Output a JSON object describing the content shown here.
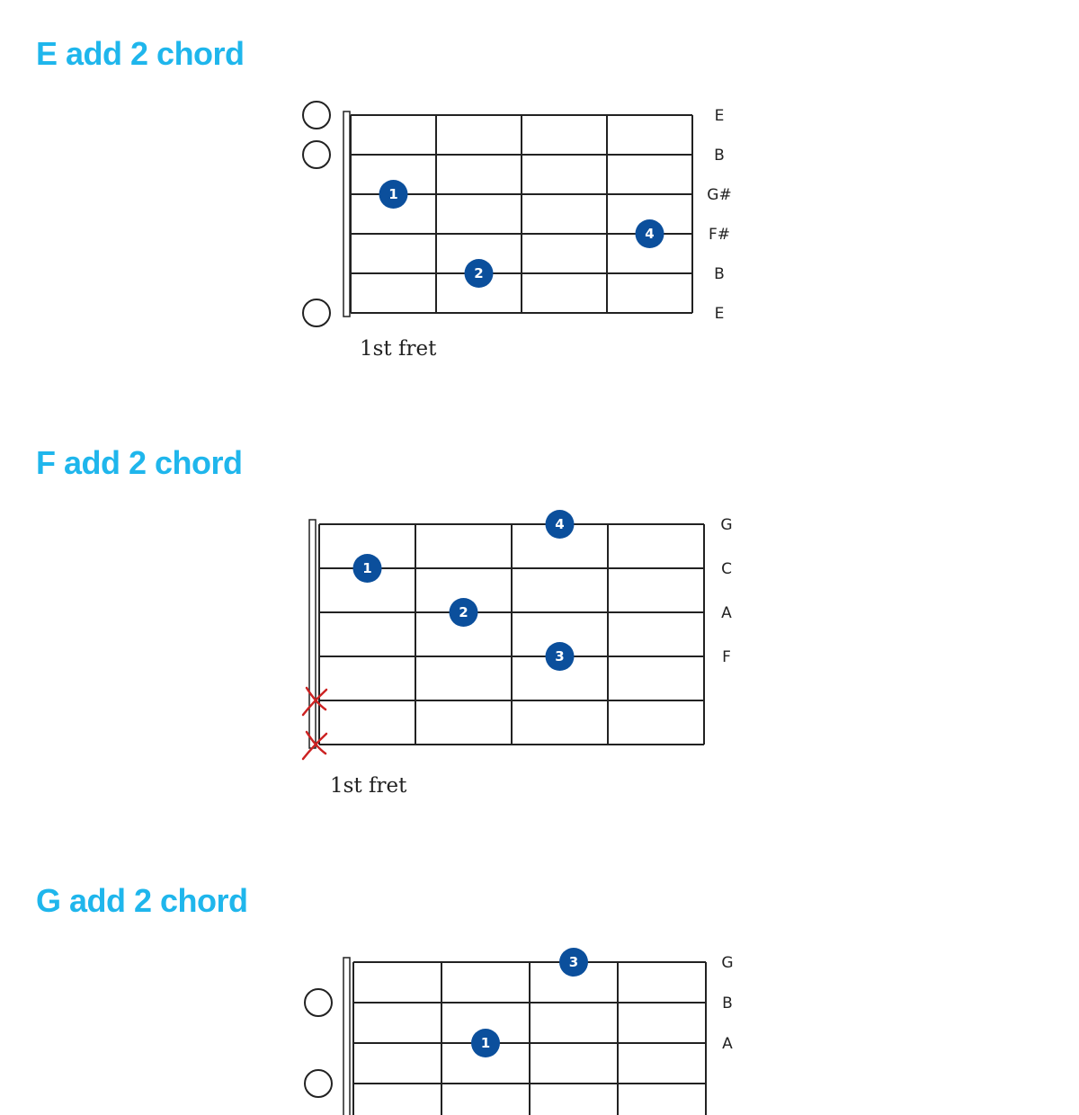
{
  "colors": {
    "heading": "#1fb6ec",
    "finger_dot": "#0b4f9c",
    "mute_mark": "#cc2222",
    "grid": "#222222"
  },
  "chords": [
    {
      "title": "E add 2 chord",
      "string_notes": [
        "E",
        "B",
        "G#",
        "F#",
        "B",
        "E"
      ],
      "fret_label": "1st fret",
      "open_strings": [
        1,
        2,
        6
      ],
      "muted_strings": [],
      "fingers": [
        {
          "finger": "1",
          "string": 3,
          "fret": 1
        },
        {
          "finger": "2",
          "string": 5,
          "fret": 2
        },
        {
          "finger": "4",
          "string": 4,
          "fret": 4
        }
      ]
    },
    {
      "title": "F add 2 chord",
      "string_notes": [
        "G",
        "C",
        "A",
        "F",
        "",
        ""
      ],
      "fret_label": "1st fret",
      "open_strings": [],
      "muted_strings": [
        5,
        6
      ],
      "fingers": [
        {
          "finger": "4",
          "string": 1,
          "fret": 3
        },
        {
          "finger": "1",
          "string": 2,
          "fret": 1
        },
        {
          "finger": "2",
          "string": 3,
          "fret": 2
        },
        {
          "finger": "3",
          "string": 4,
          "fret": 3
        }
      ]
    },
    {
      "title": "G add 2 chord",
      "string_notes": [
        "G",
        "B",
        "A",
        "",
        "",
        ""
      ],
      "fret_label": "",
      "open_strings": [
        2,
        4
      ],
      "muted_strings": [],
      "fingers": [
        {
          "finger": "3",
          "string": 1,
          "fret": 3
        },
        {
          "finger": "1",
          "string": 3,
          "fret": 2
        }
      ]
    }
  ]
}
